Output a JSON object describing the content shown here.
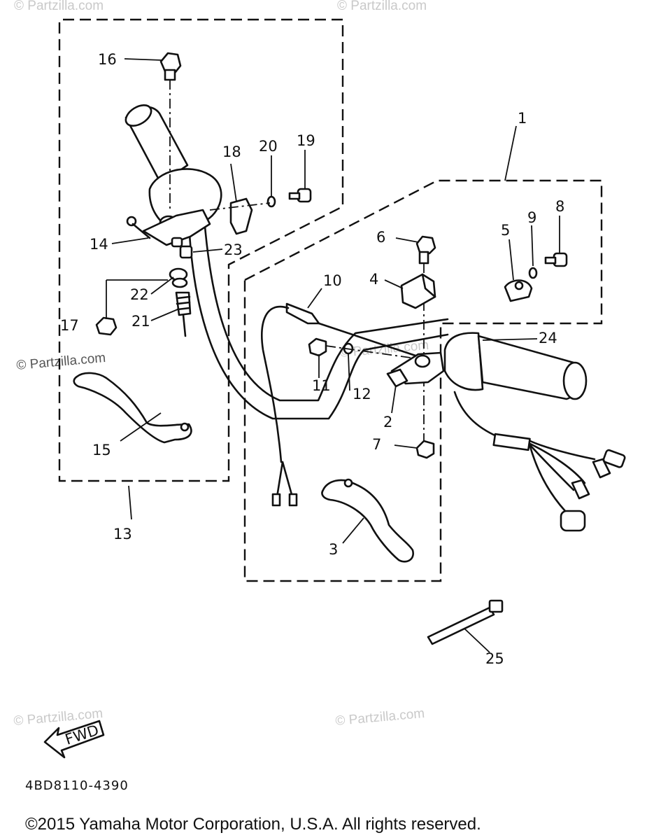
{
  "watermarks": {
    "top_left": "© Partzilla.com",
    "top_center": "© Partzilla.com",
    "mid_left": "© Partzilla.com",
    "bottom_left": "© Partzilla.com",
    "bottom_center": "© Partzilla.com",
    "center": "© Partzilla.com"
  },
  "callouts": {
    "c1": "1",
    "c2": "2",
    "c3": "3",
    "c4": "4",
    "c5": "5",
    "c6": "6",
    "c7": "7",
    "c8": "8",
    "c9": "9",
    "c10": "10",
    "c11": "11",
    "c12": "12",
    "c13": "13",
    "c14": "14",
    "c15": "15",
    "c16": "16",
    "c17": "17",
    "c18": "18",
    "c19": "19",
    "c20": "20",
    "c21": "21",
    "c22": "22",
    "c23": "23",
    "c24": "24",
    "c25": "25"
  },
  "fwd_label": "FWD",
  "diagram_code": "4BD8110-4390",
  "copyright": "©2015 Yamaha Motor Corporation, U.S.A. All rights reserved."
}
